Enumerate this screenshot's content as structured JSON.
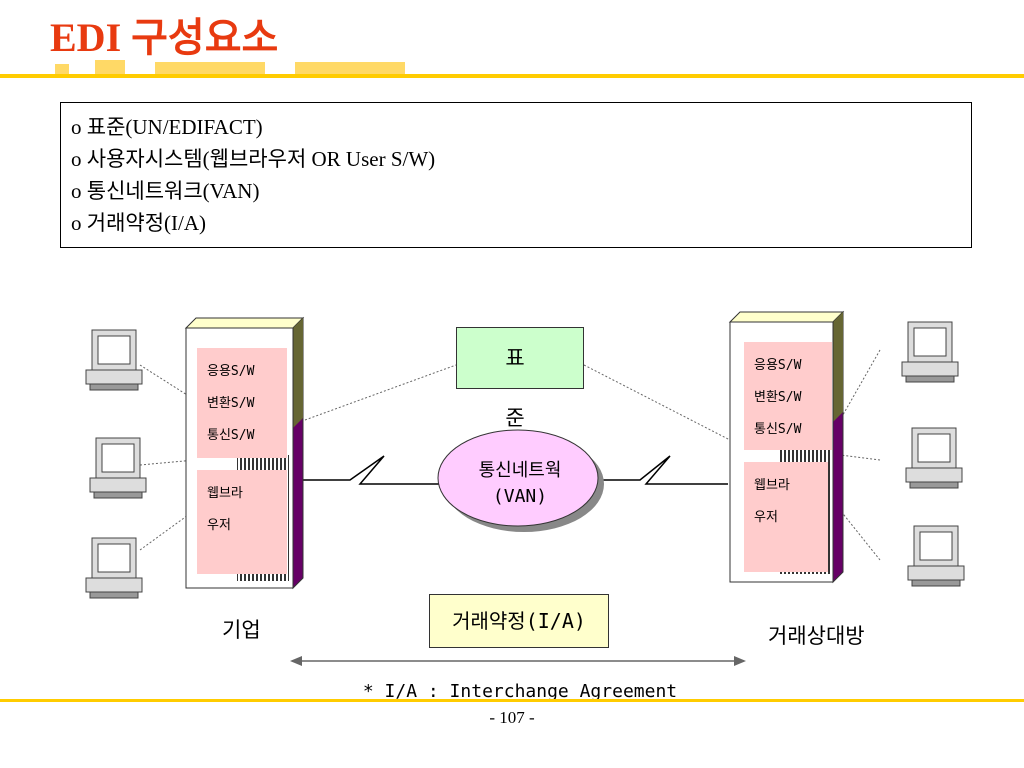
{
  "title": "EDI 구성요소",
  "bullets": [
    "o 표준(UN/EDIFACT)",
    "o 사용자시스템(웹브라우저 OR  User S/W)",
    "o 통신네트워크(VAN)",
    "o 거래약정(I/A)"
  ],
  "left_server": {
    "module_1": [
      "응용S/W",
      "변환S/W",
      "통신S/W"
    ],
    "module_2": [
      "웹브라",
      "우저"
    ],
    "label": "기업"
  },
  "right_server": {
    "module_1": [
      "응용S/W",
      "변환S/W",
      "통신S/W"
    ],
    "module_2": [
      "웹브라",
      "우저"
    ],
    "label": "거래상대방"
  },
  "standard_label": "표  준",
  "network": {
    "line1": "통신네트웍",
    "line2": "(VAN)"
  },
  "agreement_label": "거래약정(I/A)",
  "footnote": "* I/A : Interchange Agreement",
  "page_number": "- 107 -",
  "icons": [
    "computer-terminal-icon",
    "server-rack-icon",
    "network-cloud-icon"
  ],
  "colors": {
    "title": "#e83a10",
    "rule": "#ffcc00",
    "module": "#ffcccc",
    "standard": "#ccffcc",
    "network": "#ffccff",
    "agreement": "#ffffcc"
  }
}
